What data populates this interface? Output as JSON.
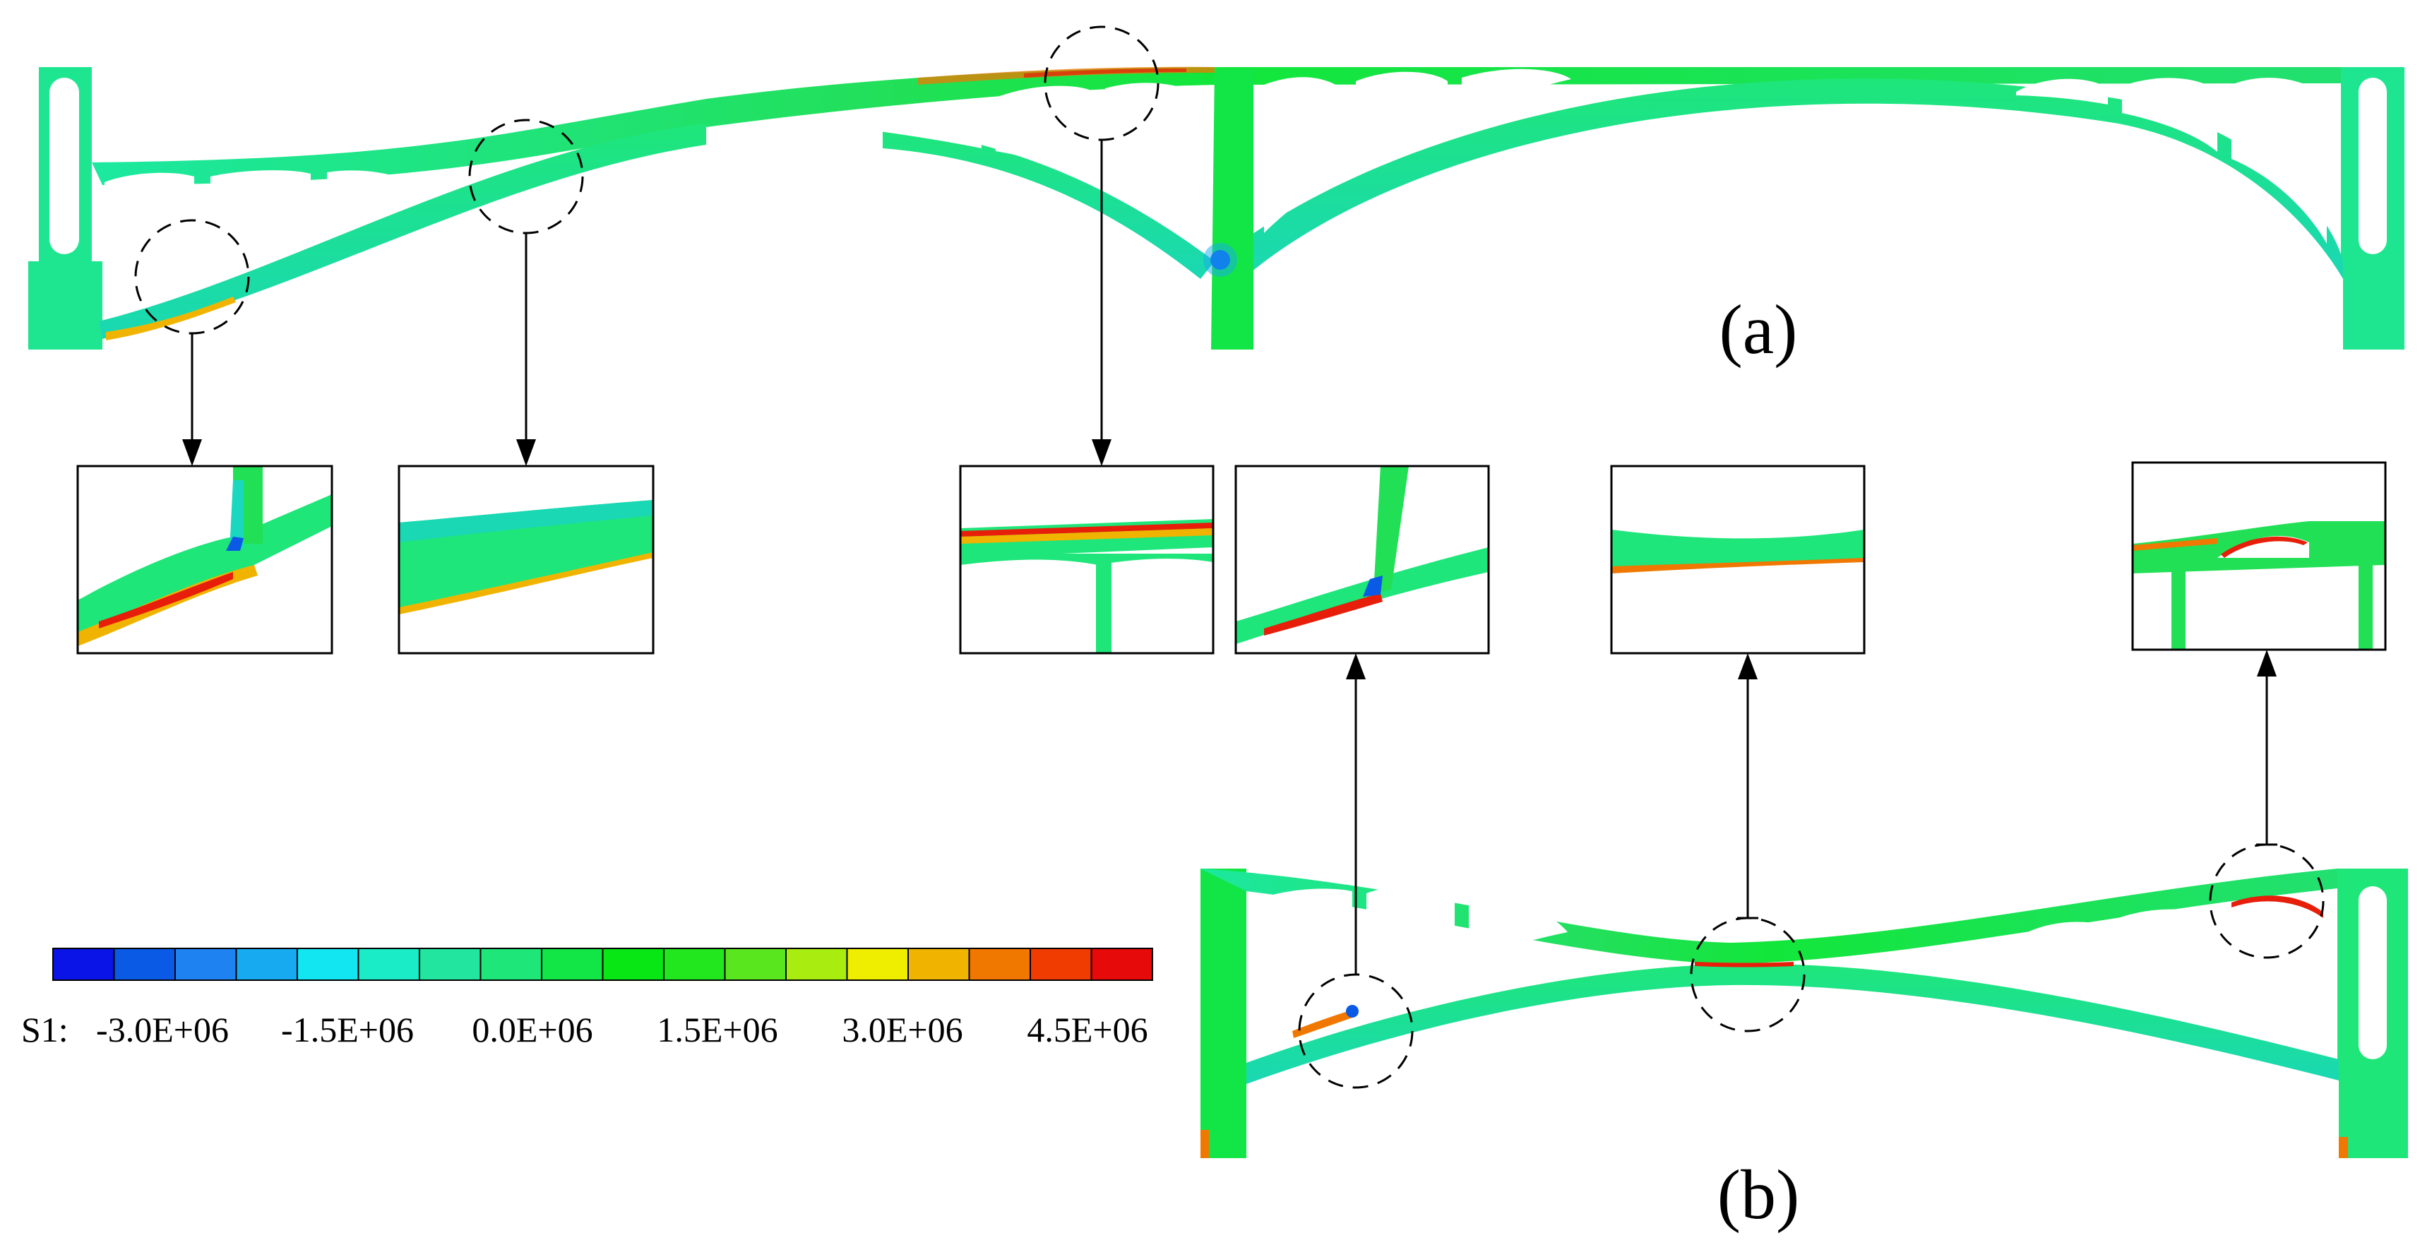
{
  "panels": {
    "a": {
      "label": "(a)"
    },
    "b": {
      "label": "(b)"
    }
  },
  "legend": {
    "prefix": "S1:",
    "ticks": [
      "-3.0E+06",
      "-1.5E+06",
      "0.0E+06",
      "1.5E+06",
      "3.0E+06",
      "4.5E+06"
    ],
    "colors": [
      "#0a14e6",
      "#0a5ae6",
      "#1e82f0",
      "#18aaf0",
      "#12e6f0",
      "#1aecc8",
      "#22e6a0",
      "#1ee678",
      "#12e646",
      "#08e614",
      "#22e61e",
      "#5ae61e",
      "#a8ec10",
      "#f0ee00",
      "#f0b400",
      "#f07800",
      "#f03c00",
      "#e60a0a"
    ]
  },
  "colors": {
    "structure_base": "#22e055",
    "structure_mid": "#10e834",
    "stress_low": "#1ad8c0",
    "stress_high": "#f0b400",
    "stress_peak": "#e61e0a",
    "line": "#000000"
  }
}
